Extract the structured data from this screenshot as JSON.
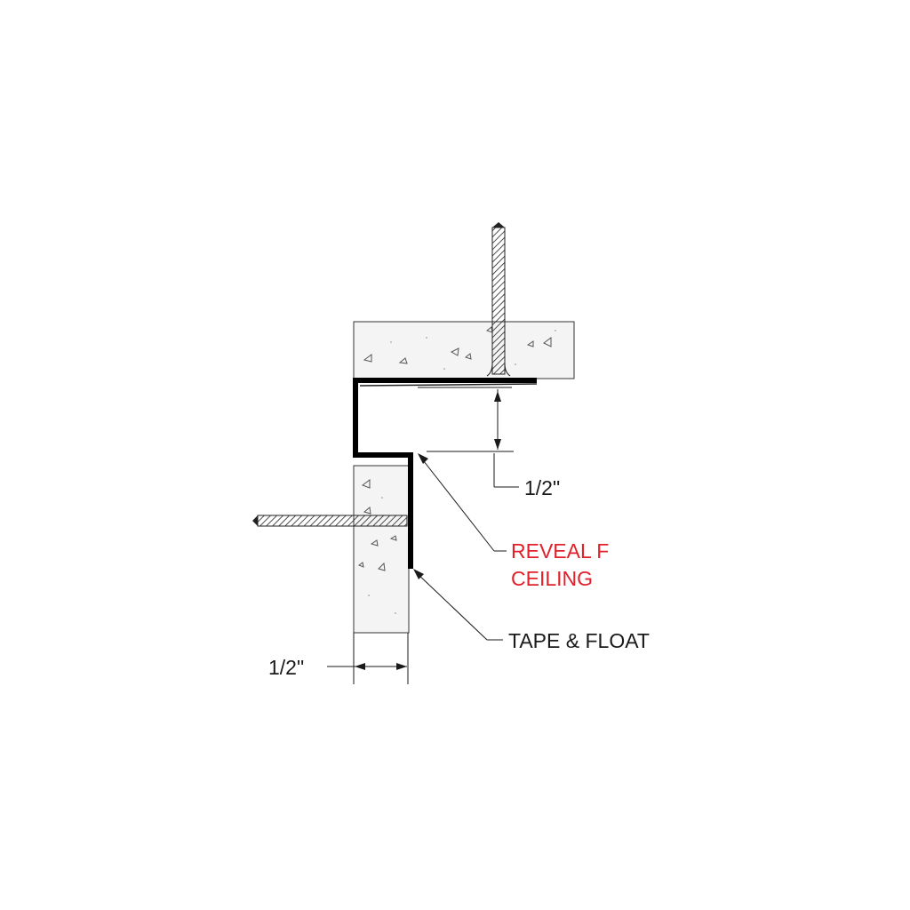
{
  "labels": {
    "dim_vertical": "1/2\"",
    "dim_horizontal": "1/2\"",
    "reveal_line1": "REVEAL F",
    "reveal_line2": "CEILING",
    "tape_float": "TAPE & FLOAT"
  },
  "colors": {
    "callout_red": "#e0202a",
    "ink": "#1a1a1a",
    "background": "#ffffff"
  }
}
